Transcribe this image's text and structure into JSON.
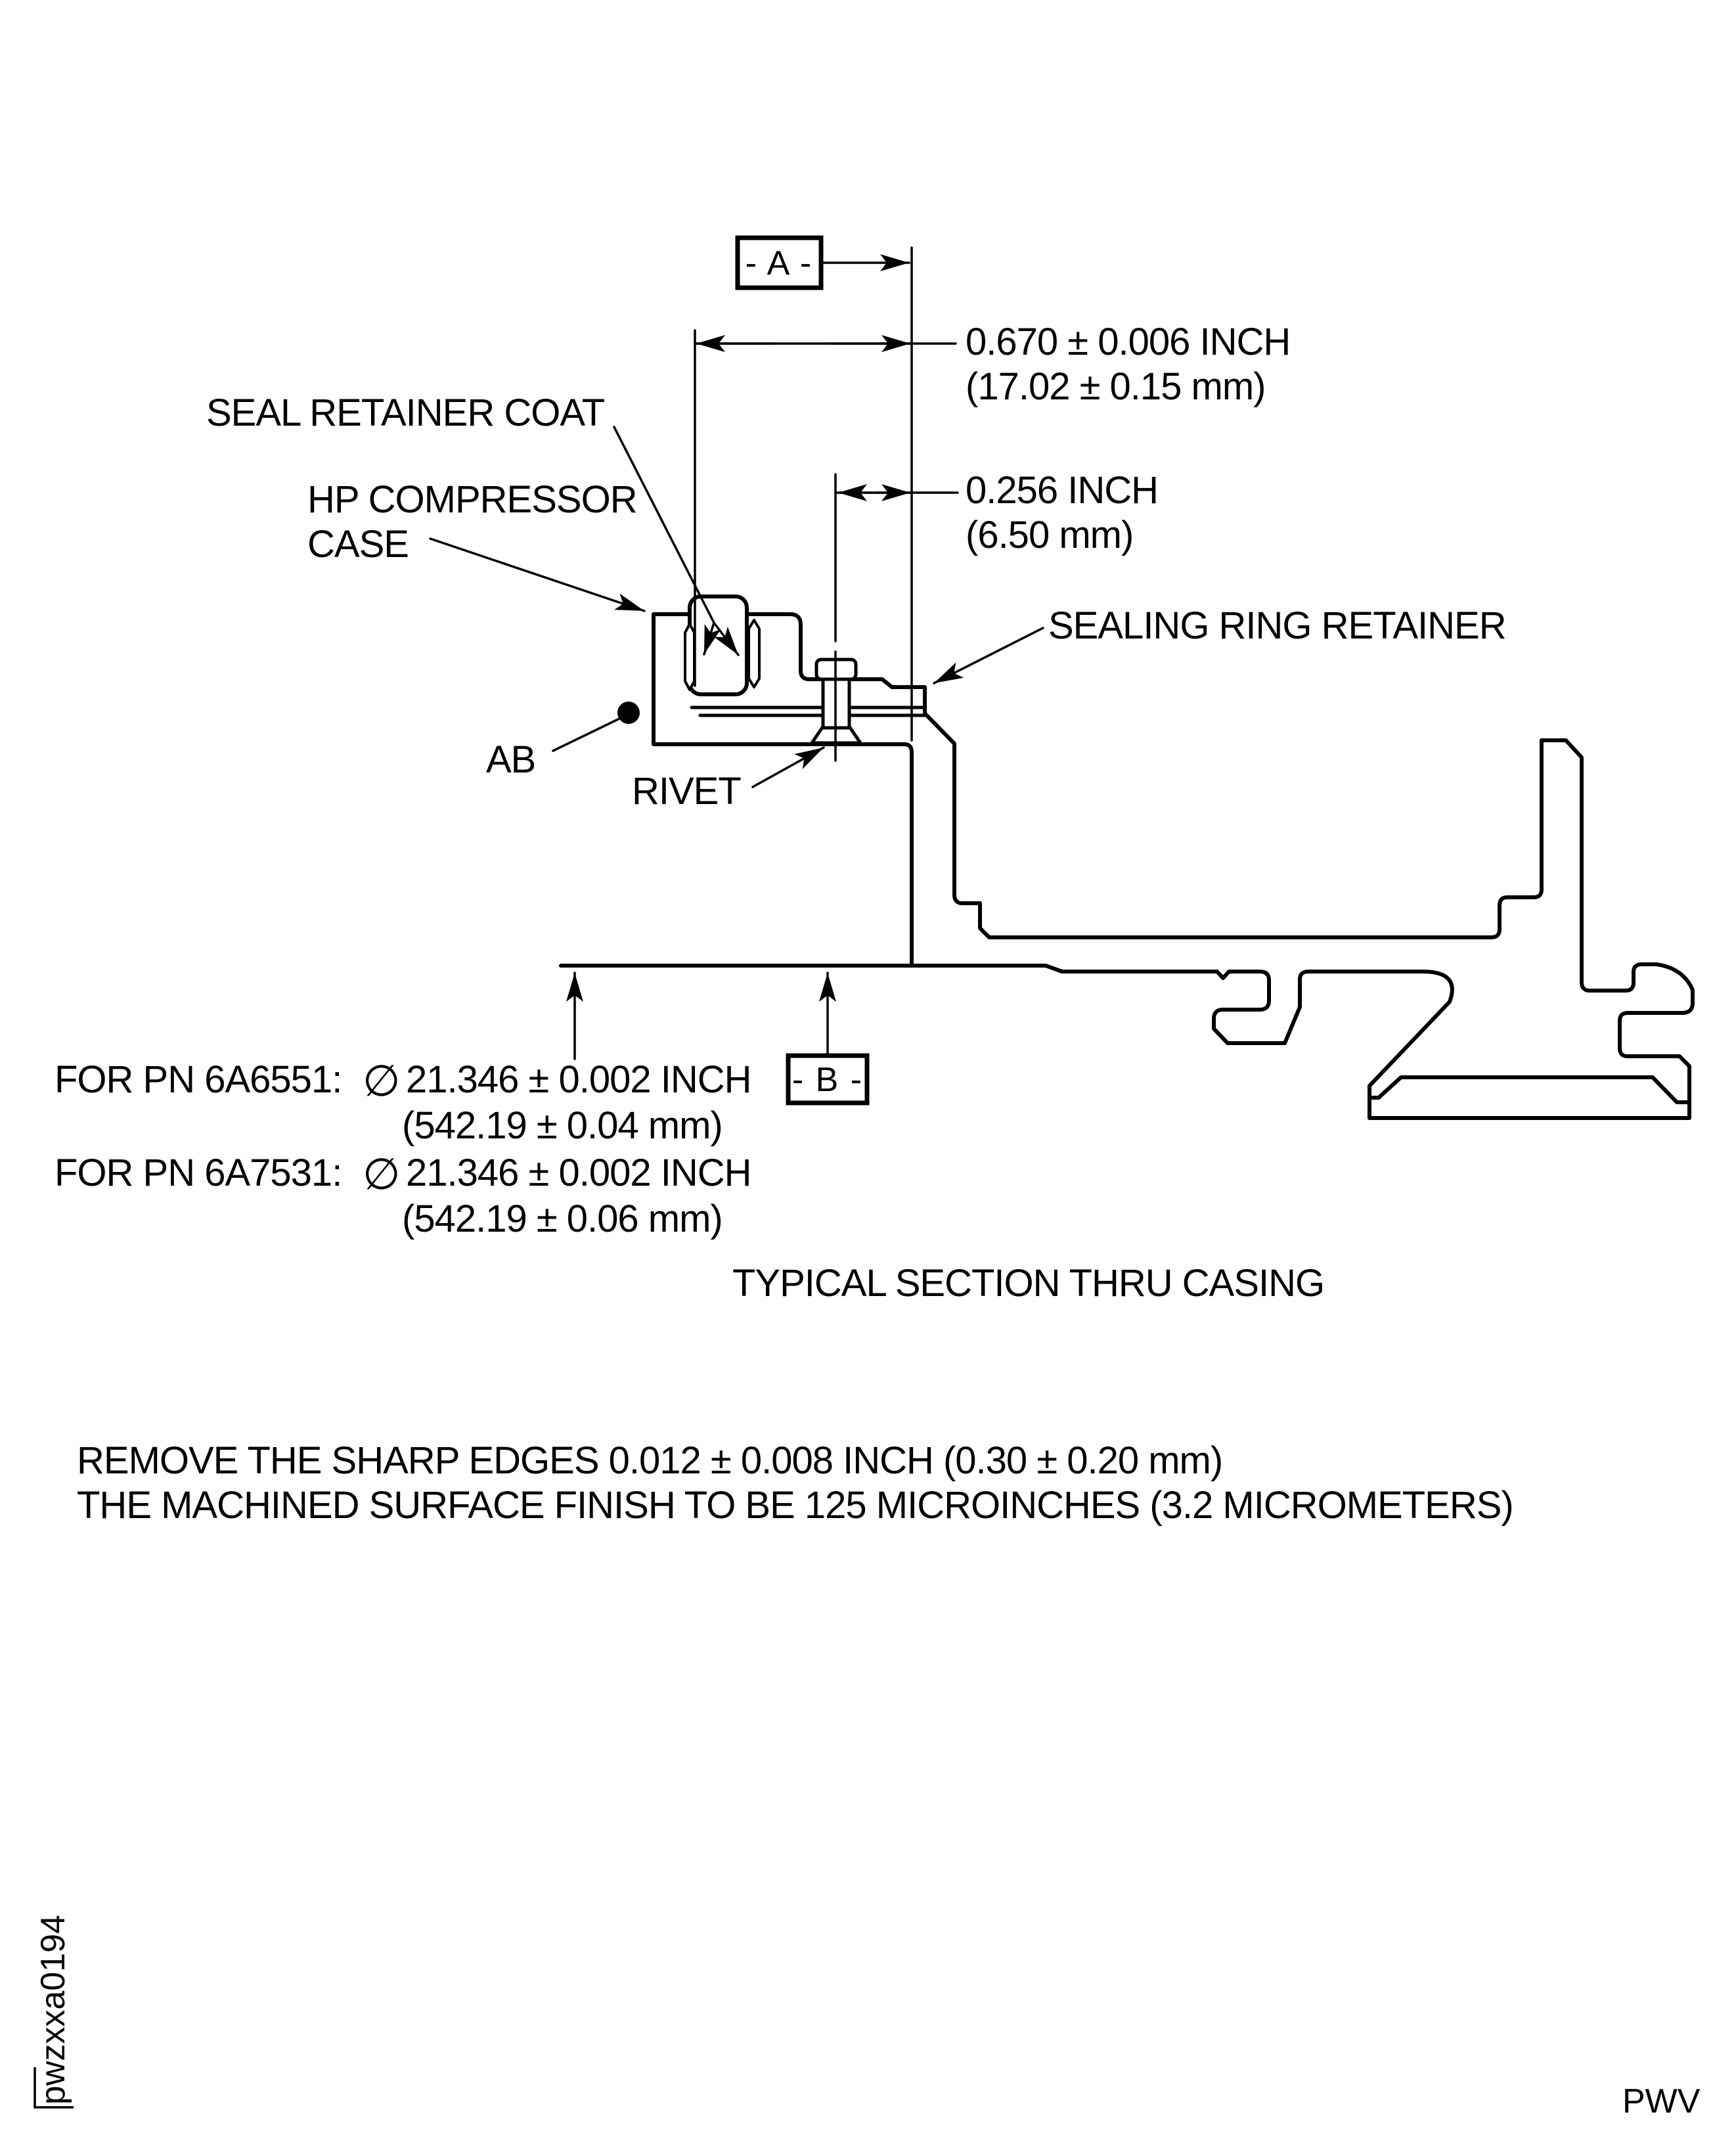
{
  "title": "TYPICAL SECTION THRU CASING",
  "datums": {
    "a": "- A -",
    "b": "- B -"
  },
  "labels": {
    "seal_retainer_coat": "SEAL RETAINER COAT",
    "hp_compressor_line1": "HP COMPRESSOR",
    "hp_compressor_line2": "CASE",
    "sealing_ring_retainer": "SEALING RING RETAINER",
    "ab": "AB",
    "rivet": "RIVET"
  },
  "dimensions": {
    "depth_inch": "0.670 ± 0.006 INCH",
    "depth_mm": "(17.02 ± 0.15 mm)",
    "offset_inch": "0.256 INCH",
    "offset_mm": "(6.50 mm)",
    "pn1_prefix": "FOR PN 6A6551:",
    "pn1_dia_symbol": "∅",
    "pn1_inch": "21.346 ± 0.002 INCH",
    "pn1_mm": "(542.19 ± 0.04 mm)",
    "pn2_prefix": "FOR PN 6A7531:",
    "pn2_dia_symbol": "∅",
    "pn2_inch": "21.346 ± 0.002 INCH",
    "pn2_mm": "(542.19 ± 0.06 mm)"
  },
  "notes": {
    "line1": "REMOVE THE SHARP EDGES 0.012 ± 0.008 INCH (0.30 ± 0.20 mm)",
    "line2": "THE MACHINED SURFACE FINISH TO BE 125 MICROINCHES (3.2 MICROMETERS)"
  },
  "footer": {
    "figure_code": "pwzxxa0194",
    "page_code": "PWV"
  }
}
